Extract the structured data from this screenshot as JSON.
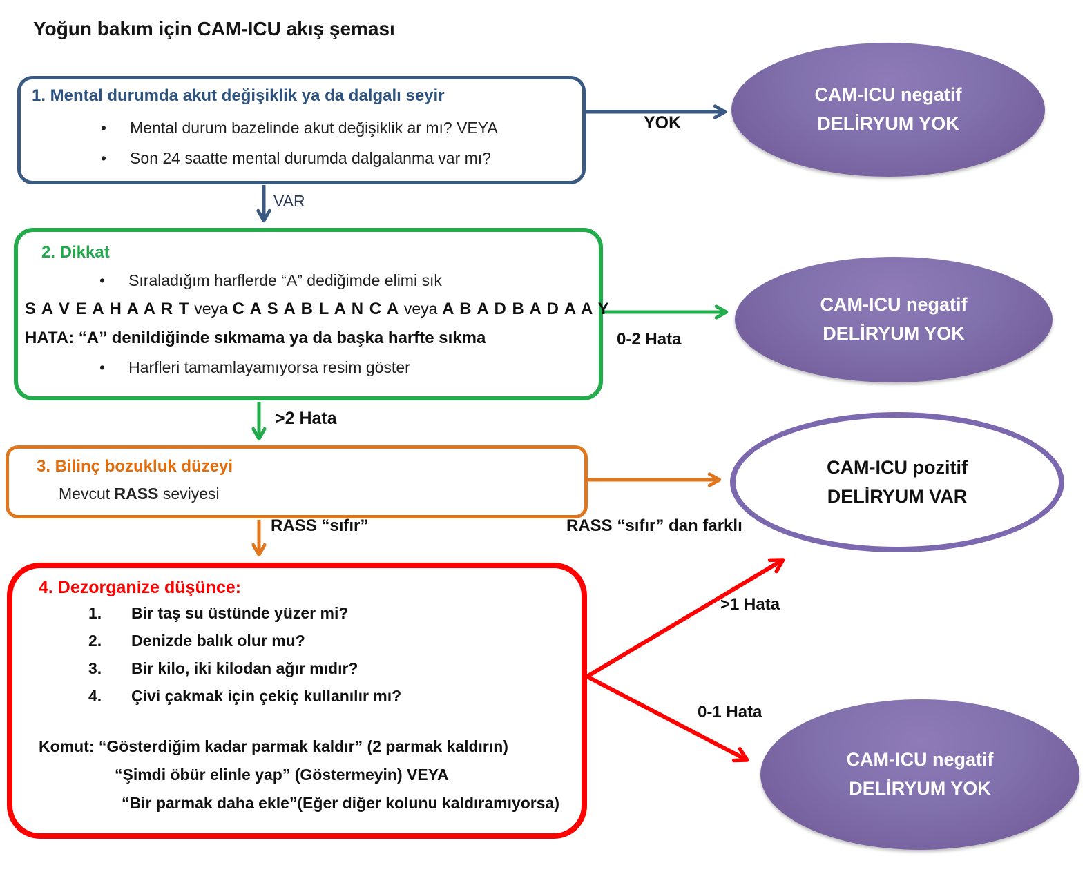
{
  "title": "Yoğun bakım için CAM-ICU akış şeması",
  "colors": {
    "step1_blue": "#3A5A83",
    "step2_green": "#22AC4C",
    "step3_orange": "#E0771F",
    "step4_red": "#FE0000",
    "outcome_purple_fill": "#7C64A4",
    "outcome_purple_border": "#7B68AE"
  },
  "box1": {
    "title": "1. Mental durumda akut değişiklik ya da dalgalı seyir",
    "bullets": [
      "Mental durum bazelinde akut değişiklik ar mı? VEYA",
      "Son 24 saatte mental durumda dalgalanma var mı?"
    ]
  },
  "box2": {
    "title": "2. Dikkat",
    "bullet1": "Sıraladığım harflerde “A” dediğimde elimi sık",
    "letters": {
      "seq1": "S A V E A H A A R T",
      "sep1": "veya",
      "seq2": "C A S A B L A N C A",
      "sep2": "veya",
      "seq3": "A B A D B A D A A Y"
    },
    "hata_line": "HATA: “A” denildiğinde sıkmama ya da başka harfte sıkma",
    "bullet2": "Harfleri tamamlayamıyorsa resim göster"
  },
  "box3": {
    "title": "3. Bilinç bozukluk düzeyi",
    "line": {
      "pre": "Mevcut ",
      "bold": "RASS",
      "post": " seviyesi"
    }
  },
  "box4": {
    "title": "4. Dezorganize düşünce:",
    "questions": [
      {
        "num": "1.",
        "text": "Bir taş su üstünde yüzer mi?"
      },
      {
        "num": "2.",
        "text": "Denizde balık olur mu?"
      },
      {
        "num": "3.",
        "text": "Bir kilo, iki kilodan ağır mıdır?"
      },
      {
        "num": "4.",
        "text": "Çivi çakmak için çekiç kullanılır mı?"
      }
    ],
    "komut_line1": "Komut: “Gösterdiğim kadar parmak kaldır” (2 parmak kaldırın)",
    "komut_line2": "“Şimdi öbür elinle yap” (Göstermeyin) VEYA",
    "komut_line3": "“Bir parmak daha ekle”(Eğer diğer kolunu kaldıramıyorsa)"
  },
  "arrow_labels": {
    "yok": "YOK",
    "var": "VAR",
    "hata_0_2": "0-2 Hata",
    "hata_gt2": ">2 Hata",
    "rass_sifir": "RASS “sıfır”",
    "rass_farkli": "RASS “sıfır” dan farklı",
    "hata_gt1": ">1 Hata",
    "hata_0_1": "0-1 Hata"
  },
  "outcomes": {
    "e1": {
      "line1": "CAM-ICU negatif",
      "line2": "DELİRYUM YOK"
    },
    "e2": {
      "line1": "CAM-ICU negatif",
      "line2": "DELİRYUM YOK"
    },
    "e3": {
      "line1": "CAM-ICU pozitif",
      "line2": "DELİRYUM VAR"
    },
    "e4": {
      "line1": "CAM-ICU negatif",
      "line2": "DELİRYUM YOK"
    }
  }
}
